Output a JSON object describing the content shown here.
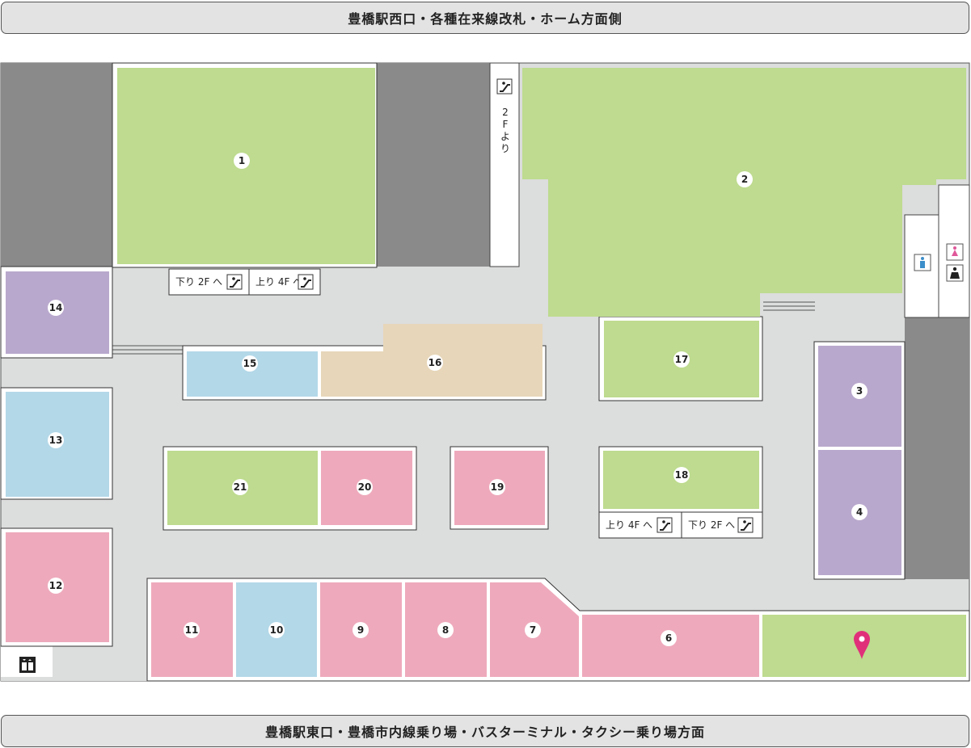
{
  "banners": {
    "top": "豊橋駅西口・各種在来線改札・ホーム方面側",
    "bottom": "豊橋駅東口・豊橋市内線乗り場・バスターミナル・タクシー乗り場方面"
  },
  "colors": {
    "floor": "#dcdddd",
    "wall": "#8a8a8a",
    "green": "#bedb8f",
    "purple": "#b9a8cd",
    "blue": "#b3d8e8",
    "pink": "#eeaabc",
    "beige": "#e7d6b9",
    "pin": "#e0307a",
    "male": "#3b8ec9",
    "female": "#e0589a"
  },
  "stores": [
    {
      "id": "store-1",
      "number": "1",
      "color": "green"
    },
    {
      "id": "store-2",
      "number": "2",
      "color": "green"
    },
    {
      "id": "store-3",
      "number": "3",
      "color": "purple"
    },
    {
      "id": "store-4",
      "number": "4",
      "color": "purple"
    },
    {
      "id": "store-6",
      "number": "6",
      "color": "pink"
    },
    {
      "id": "store-7",
      "number": "7",
      "color": "pink"
    },
    {
      "id": "store-8",
      "number": "8",
      "color": "pink"
    },
    {
      "id": "store-9",
      "number": "9",
      "color": "pink"
    },
    {
      "id": "store-10",
      "number": "10",
      "color": "blue"
    },
    {
      "id": "store-11",
      "number": "11",
      "color": "pink"
    },
    {
      "id": "store-12",
      "number": "12",
      "color": "pink"
    },
    {
      "id": "store-13",
      "number": "13",
      "color": "blue"
    },
    {
      "id": "store-14",
      "number": "14",
      "color": "purple"
    },
    {
      "id": "store-15",
      "number": "15",
      "color": "blue"
    },
    {
      "id": "store-16",
      "number": "16",
      "color": "beige"
    },
    {
      "id": "store-17",
      "number": "17",
      "color": "green"
    },
    {
      "id": "store-18",
      "number": "18",
      "color": "green"
    },
    {
      "id": "store-19",
      "number": "19",
      "color": "pink"
    },
    {
      "id": "store-20",
      "number": "20",
      "color": "pink"
    },
    {
      "id": "store-21",
      "number": "21",
      "color": "green"
    },
    {
      "id": "store-current",
      "number": "",
      "color": "green"
    }
  ],
  "escalator_signs": {
    "a_down": "下り 2F へ",
    "a_up": "上り 4F へ",
    "b_up": "上り 4F へ",
    "b_down": "下り 2F へ",
    "from_2f": "2Fより"
  },
  "icons": {
    "escalator": "escalator-icon",
    "elevator": "elevator-icon",
    "toilet_male": "male-toilet-icon",
    "toilet_female": "female-toilet-icon",
    "baby": "baby-care-icon",
    "current_location": "location-pin-icon"
  }
}
